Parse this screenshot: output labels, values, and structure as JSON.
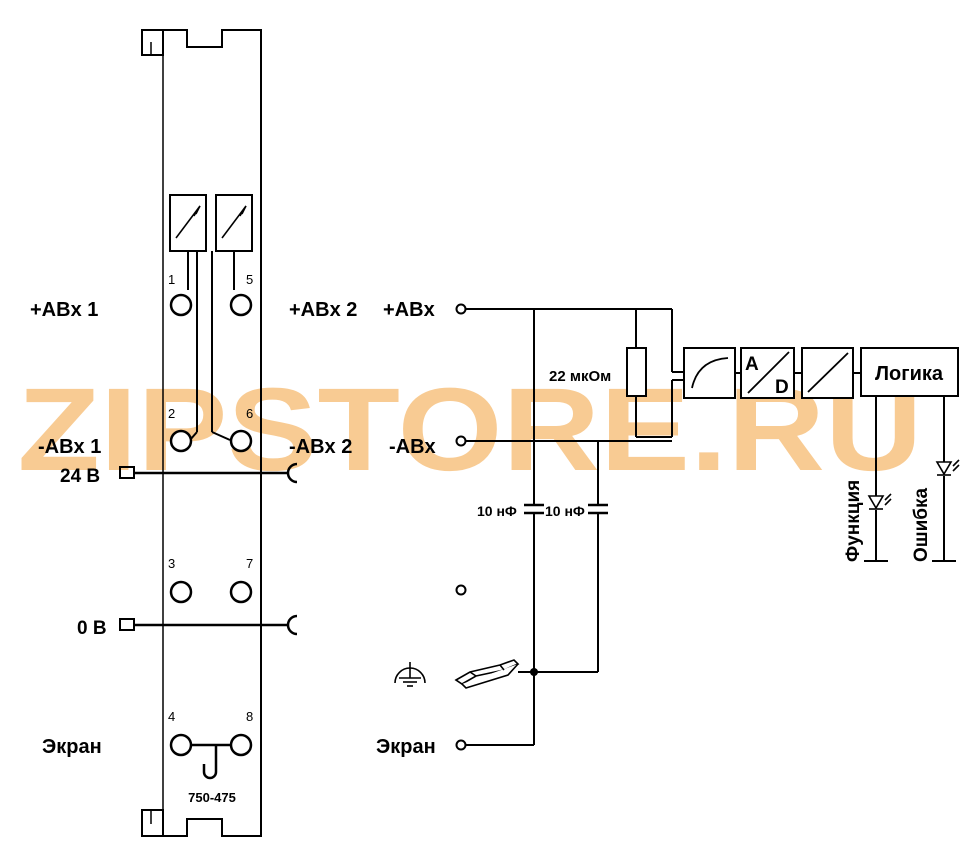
{
  "watermark": {
    "text": "ZIPSTORE.RU"
  },
  "module": {
    "part_number": "750-475",
    "terminal_numbers": [
      "1",
      "5",
      "2",
      "6",
      "3",
      "7",
      "4",
      "8"
    ]
  },
  "left_labels": {
    "plus_in1": "+ABx 1",
    "minus_in1": "-ABx 1",
    "supply_24v": "24 В",
    "supply_0v": "0 В",
    "shield": "Экран"
  },
  "mid_labels": {
    "plus_in2": "+ABx 2",
    "minus_in2": "-ABx 2"
  },
  "schematic": {
    "plus_in": "+ABx",
    "minus_in": "-ABx",
    "resistor": "22 мкОм",
    "cap_left": "10 нФ",
    "cap_right": "10 нФ",
    "adc_a": "A",
    "adc_d": "D",
    "logic": "Логика",
    "shield": "Экран",
    "led_function": "Функция",
    "led_error": "Ошибка"
  }
}
